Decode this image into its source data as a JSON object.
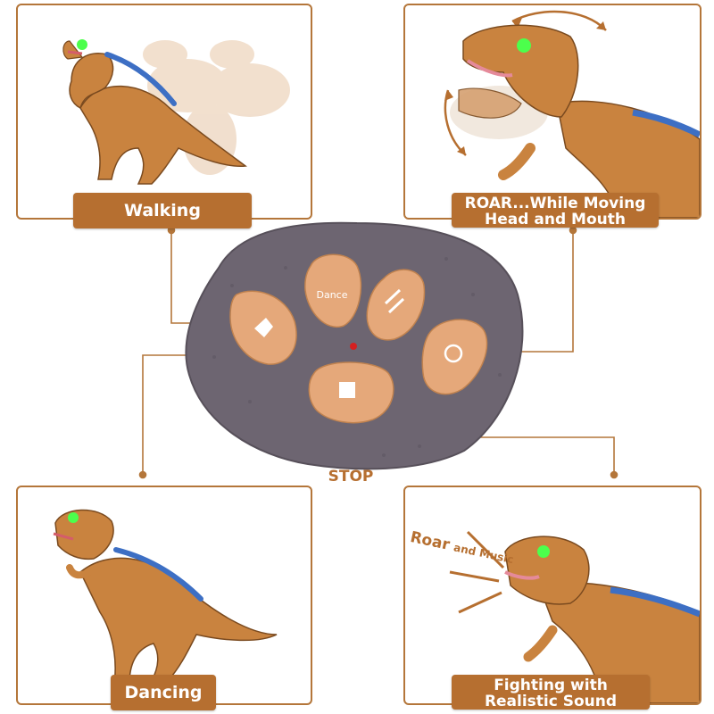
{
  "colors": {
    "accent": "#b66f30",
    "dino_body": "#c9833f",
    "dino_stripe": "#3d6fc4",
    "remote_body": "#6d6571",
    "remote_button": "#e5a87a",
    "eye_glow": "#4cff4c"
  },
  "panels": {
    "walking": {
      "label": "Walking"
    },
    "roar": {
      "label_line1": "ROAR...While Moving",
      "label_line2": "Head and Mouth"
    },
    "dancing": {
      "label": "Dancing"
    },
    "fighting": {
      "label_line1": "Fighting with",
      "label_line2": "Realistic Sound"
    }
  },
  "remote": {
    "dance_button_label": "Dance",
    "stop_label": "STOP"
  },
  "sound_effect": {
    "roar_word": "Roar",
    "music_words": "and Music"
  },
  "icons": {
    "walk_button": "dinosaur-walk-icon",
    "dance_button": "dance-icon",
    "vs_button": "fight-vs-icon",
    "roar_button": "dinosaur-head-icon",
    "stop_button": "stop-square-icon"
  }
}
